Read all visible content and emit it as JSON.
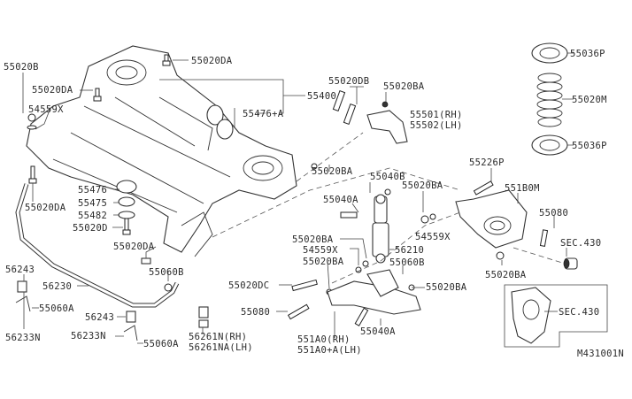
{
  "diagram": {
    "code": "M431001N",
    "labels": {
      "l55020B": "55020B",
      "l55020DA_top_left": "55020DA",
      "l54559X_left": "54559X",
      "l55020DA_left": "55020DA",
      "l55476": "55476",
      "l55475": "55475",
      "l55482": "55482",
      "l55020D": "55020D",
      "l55020DA_mid": "55020DA",
      "l55020DA_top": "55020DA",
      "l55400": "55400",
      "l55476A": "55476+A",
      "l55020DB": "55020DB",
      "l55020BA_upper": "55020BA",
      "l55501": "55501(RH)",
      "l55502": "55502(LH)",
      "l55020BA_mid": "55020BA",
      "l55040B": "55040B",
      "l55020BA_shock": "55020BA",
      "l55040A_shock": "55040A",
      "l54559X_right": "54559X",
      "l55020BA_low1": "55020BA",
      "l54559X_low": "54559X",
      "l55020BA_low2": "55020BA",
      "l56210": "56210",
      "l55060B_shock": "55060B",
      "l55020DC": "55020DC",
      "l55020BA_arm": "55020BA",
      "l55080_arm": "55080",
      "l55040A_arm": "55040A",
      "l551A0": "551A0(RH)",
      "l551A0A": "551A0+A(LH)",
      "l55036P_top": "55036P",
      "l55020M": "55020M",
      "l55036P_bottom": "55036P",
      "l55226P": "55226P",
      "l551B0M": "551B0M",
      "l55080_right": "55080",
      "lSEC430_1": "SEC.430",
      "l55020BA_right": "55020BA",
      "lSEC430_2": "SEC.430",
      "l56243_left": "56243",
      "l56230": "56230",
      "l55060A_left": "55060A",
      "l56233N_left": "56233N",
      "l55060B_stab": "55060B",
      "l56243_mid": "56243",
      "l56233N_mid": "56233N",
      "l55060A_mid": "55060A",
      "l56261N": "56261N(RH)",
      "l56261NA": "56261NA(LH)"
    }
  }
}
